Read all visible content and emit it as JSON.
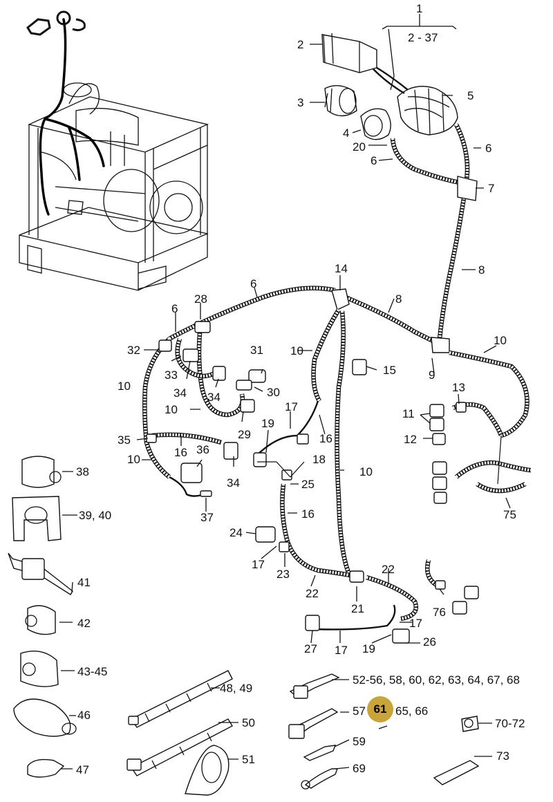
{
  "badge": {
    "text": "61",
    "color": "#c9a43a"
  },
  "labels": {
    "l1": "1",
    "l2_37": "2 - 37",
    "l2": "2",
    "l3": "3",
    "l4": "4",
    "l5": "5",
    "l20a": "20",
    "l6a": "6",
    "l6b": "6",
    "l7": "7",
    "l8a": "8",
    "l14": "14",
    "l6c": "6",
    "l8b": "8",
    "l28": "28",
    "l6d": "6",
    "l10a": "10",
    "l9": "9",
    "l32": "32",
    "l10b": "10",
    "l31": "31",
    "l15": "15",
    "l33": "33",
    "l34a": "34",
    "l34b": "34",
    "l30": "30",
    "l10c": "10",
    "l13": "13",
    "l11": "11",
    "l12": "12",
    "l17a": "17",
    "l19a": "19",
    "l29": "29",
    "l16a": "16",
    "l35": "35",
    "l16b": "16",
    "l36": "36",
    "l18": "18",
    "l10d": "10",
    "l34c": "34",
    "l10e": "10",
    "l25": "25",
    "l38": "38",
    "l3940": "39, 40",
    "l37": "37",
    "l16c": "16",
    "l75": "75",
    "l24": "24",
    "l41": "41",
    "l17b": "17",
    "l23": "23",
    "l22a": "22",
    "l22b": "22",
    "l76": "76",
    "l21": "21",
    "l42": "42",
    "l17c": "17",
    "l26": "26",
    "l27": "27",
    "l17d": "17",
    "l19b": "19",
    "l4345": "43-45",
    "l4849": "48, 49",
    "l52": "52-56, 58, 60, 62, 63, 64, 67, 68",
    "l46": "46",
    "l57": "57",
    "l6566": "65, 66",
    "l7072": "70-72",
    "l50": "50",
    "l59": "59",
    "l51": "51",
    "l73": "73",
    "l47": "47",
    "l69": "69"
  }
}
